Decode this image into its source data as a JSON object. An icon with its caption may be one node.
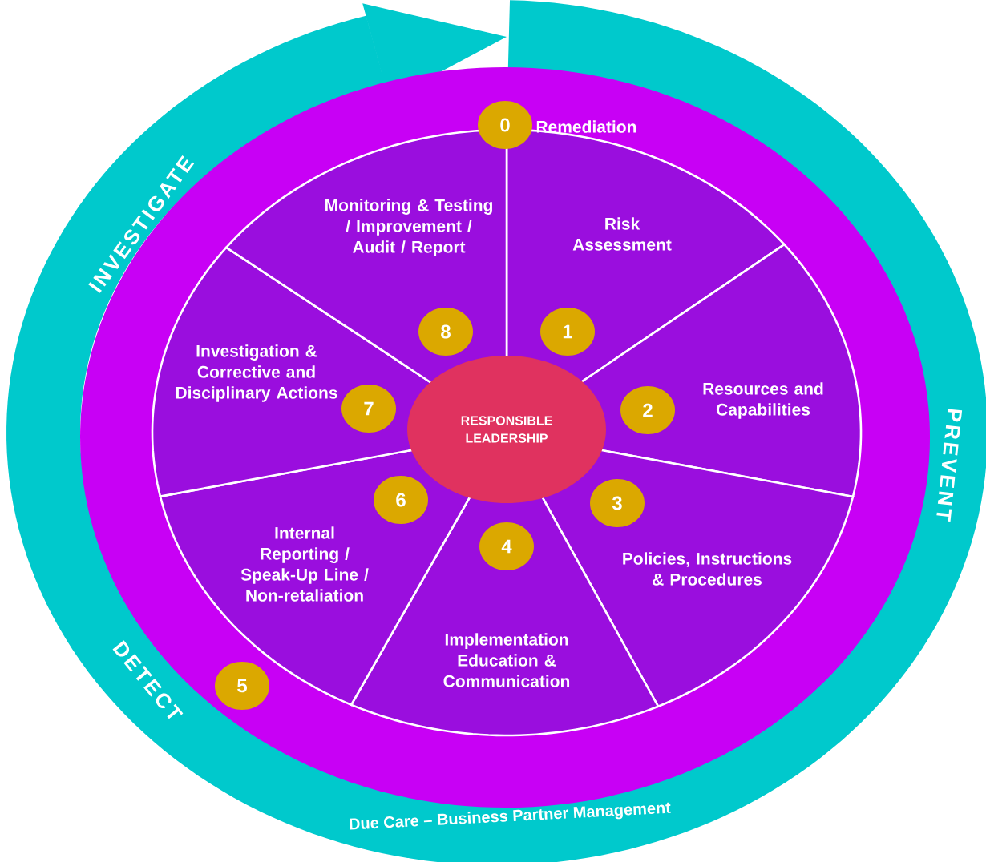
{
  "diagram": {
    "nodes": [
      {
        "text": [
          "RESPONSIBLE LEADERSHIP"
        ]
      },
      {
        "text": [
          "Risk Assessment"
        ]
      },
      {
        "text": [
          "Resources and Capabilities"
        ]
      },
      {
        "text": [
          "Policies, Instructions & Procedures"
        ]
      },
      {
        "text": [
          "Implementation Education & Communication"
        ]
      },
      {
        "text": [
          "Internal Reporting / Speak-Up Line / Non-retaliation"
        ]
      },
      {
        "text": [
          "Investigation & Corrective and Disciplinary Actions"
        ]
      },
      {
        "text": [
          "Monitoring & Testing / Improvement / Audit / Report"
        ]
      },
      {
        "text": [
          "0"
        ],
        "beside": [
          "Remediation"
        ]
      },
      {
        "text": [
          "1"
        ],
        "in": 1
      },
      {
        "text": [
          "2"
        ],
        "in": 2
      },
      {
        "text": [
          "3"
        ],
        "in": 3
      },
      {
        "text": [
          "4"
        ],
        "in": 4
      },
      {
        "text": [
          "5"
        ]
      },
      {
        "text": [
          "6"
        ],
        "in": 5
      },
      {
        "text": [
          "7"
        ],
        "in": 6
      },
      {
        "text": [
          "8"
        ],
        "in": 7
      }
    ],
    "labels": [
      "INVESTIGATE",
      "PREVENT",
      "DETECT",
      "Due Care – Business Partner Management"
    ]
  }
}
